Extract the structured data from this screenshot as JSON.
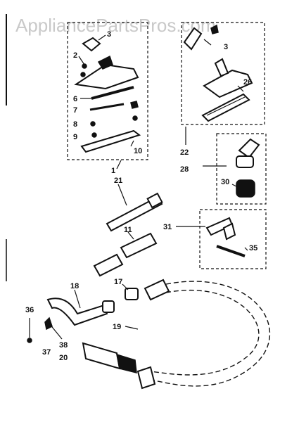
{
  "watermark": "AppliancePartsPros.com",
  "labels": {
    "l3a": "3",
    "l2": "2",
    "l6": "6",
    "l7": "7",
    "l8": "8",
    "l9": "9",
    "l10": "10",
    "l1": "1",
    "l3b": "3",
    "l26": "26",
    "l22": "22",
    "l28": "28",
    "l30": "30",
    "l21": "21",
    "l11": "11",
    "l31": "31",
    "l35": "35",
    "l18": "18",
    "l17": "17",
    "l36": "36",
    "l19": "19",
    "l37": "37",
    "l38": "38",
    "l20": "20"
  }
}
